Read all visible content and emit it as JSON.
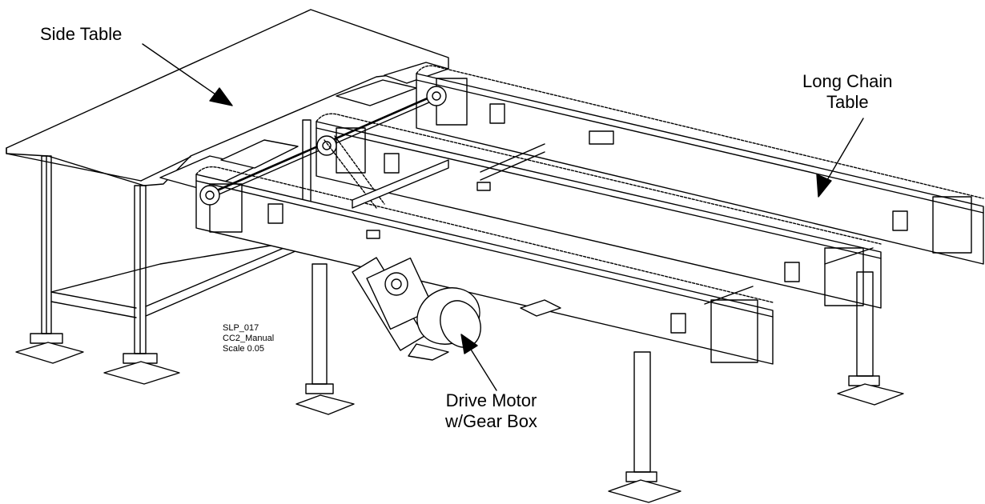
{
  "callouts": {
    "side_table": "Side Table",
    "long_chain_table": [
      "Long Chain",
      "Table"
    ],
    "drive_motor": [
      "Drive Motor",
      "w/Gear Box"
    ]
  },
  "drawing_ref": {
    "line1": "SLP_017",
    "line2": "CC2_Manual",
    "line3": "Scale 0.05"
  },
  "colors": {
    "ink": "#000000",
    "paper": "#ffffff"
  }
}
